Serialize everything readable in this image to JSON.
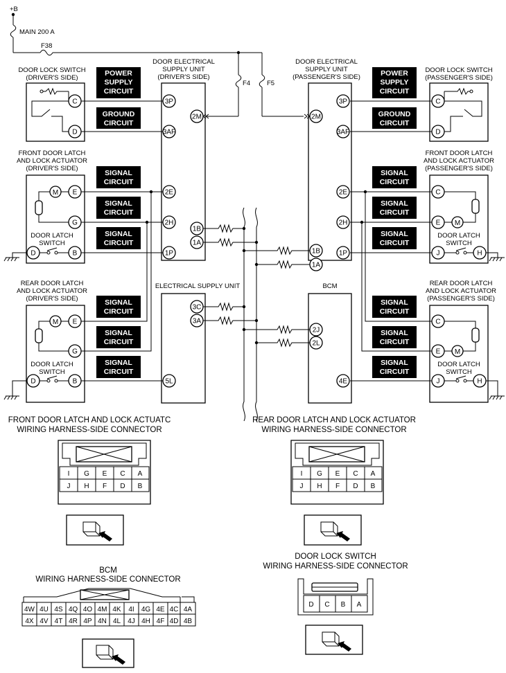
{
  "power": {
    "plus_b": "+B",
    "main_fuse": "MAIN 200 A",
    "f38": "F38",
    "f4": "F4",
    "f5": "F5"
  },
  "units": {
    "desu_drv": [
      "DOOR ELECTRICAL",
      "SUPPLY UNIT",
      "(DRIVER'S SIDE)"
    ],
    "desu_pass": [
      "DOOR ELECTRICAL",
      "SUPPLY UNIT",
      "(PASSENGER'S SIDE)"
    ],
    "esu": "ELECTRICAL SUPPLY UNIT",
    "bcm": "BCM"
  },
  "components": {
    "dls_drv": [
      "DOOR LOCK SWITCH",
      "(DRIVER'S SIDE)"
    ],
    "dls_pass": [
      "DOOR LOCK SWITCH",
      "(PASSENGER'S SIDE)"
    ],
    "fdl_drv": [
      "FRONT DOOR LATCH",
      "AND LOCK ACTUATOR",
      "(DRIVER'S SIDE)"
    ],
    "fdl_pass": [
      "FRONT DOOR LATCH",
      "AND LOCK ACTUATOR",
      "(PASSENGER'S SIDE)"
    ],
    "rdl_drv": [
      "REAR DOOR LATCH",
      "AND LOCK ACTUATOR",
      "(DRIVER'S SIDE)"
    ],
    "rdl_pass": [
      "REAR DOOR LATCH",
      "AND LOCK ACTUATOR",
      "(PASSENGER'S SIDE)"
    ],
    "latch_switch": [
      "DOOR LATCH",
      "SWITCH"
    ]
  },
  "circuits": {
    "power": [
      "POWER",
      "SUPPLY",
      "CIRCUIT"
    ],
    "ground": [
      "GROUND",
      "CIRCUIT"
    ],
    "signal": [
      "SIGNAL",
      "CIRCUIT"
    ]
  },
  "pins": {
    "desu_drv": [
      "3P",
      "2M",
      "3AF",
      "2E",
      "2H",
      "1B",
      "1A",
      "1P"
    ],
    "desu_pass": [
      "3P",
      "2M",
      "3AF",
      "2E",
      "2H",
      "1B",
      "1A",
      "1P"
    ],
    "esu": [
      "3C",
      "3A",
      "5L"
    ],
    "bcm": [
      "2J",
      "2L",
      "4E"
    ],
    "dls": [
      "C",
      "D"
    ],
    "latch": [
      "E",
      "G",
      "D",
      "B"
    ],
    "latch_pass": [
      "C",
      "E",
      "J",
      "H"
    ],
    "motor": "M"
  },
  "captions": {
    "front_conn": [
      "FRONT DOOR LATCH AND LOCK ACTUATC",
      "WIRING HARNESS-SIDE CONNECTOR"
    ],
    "rear_conn": [
      "REAR DOOR LATCH AND LOCK ACTUATOR",
      "WIRING HARNESS-SIDE CONNECTOR"
    ],
    "bcm_conn": [
      "BCM",
      "WIRING HARNESS-SIDE CONNECTOR"
    ],
    "dls_conn": [
      "DOOR LOCK SWITCH",
      "WIRING HARNESS-SIDE CONNECTOR"
    ]
  },
  "connectors": {
    "latch_top": [
      "I",
      "G",
      "E",
      "C",
      "A"
    ],
    "latch_bottom": [
      "J",
      "H",
      "F",
      "D",
      "B"
    ],
    "bcm_top": [
      "4W",
      "4U",
      "4S",
      "4Q",
      "4O",
      "4M",
      "4K",
      "4I",
      "4G",
      "4E",
      "4C",
      "4A"
    ],
    "bcm_bottom": [
      "4X",
      "4V",
      "4T",
      "4R",
      "4P",
      "4N",
      "4L",
      "4J",
      "4H",
      "4F",
      "4D",
      "4B"
    ],
    "dls": [
      "D",
      "C",
      "B",
      "A"
    ]
  }
}
